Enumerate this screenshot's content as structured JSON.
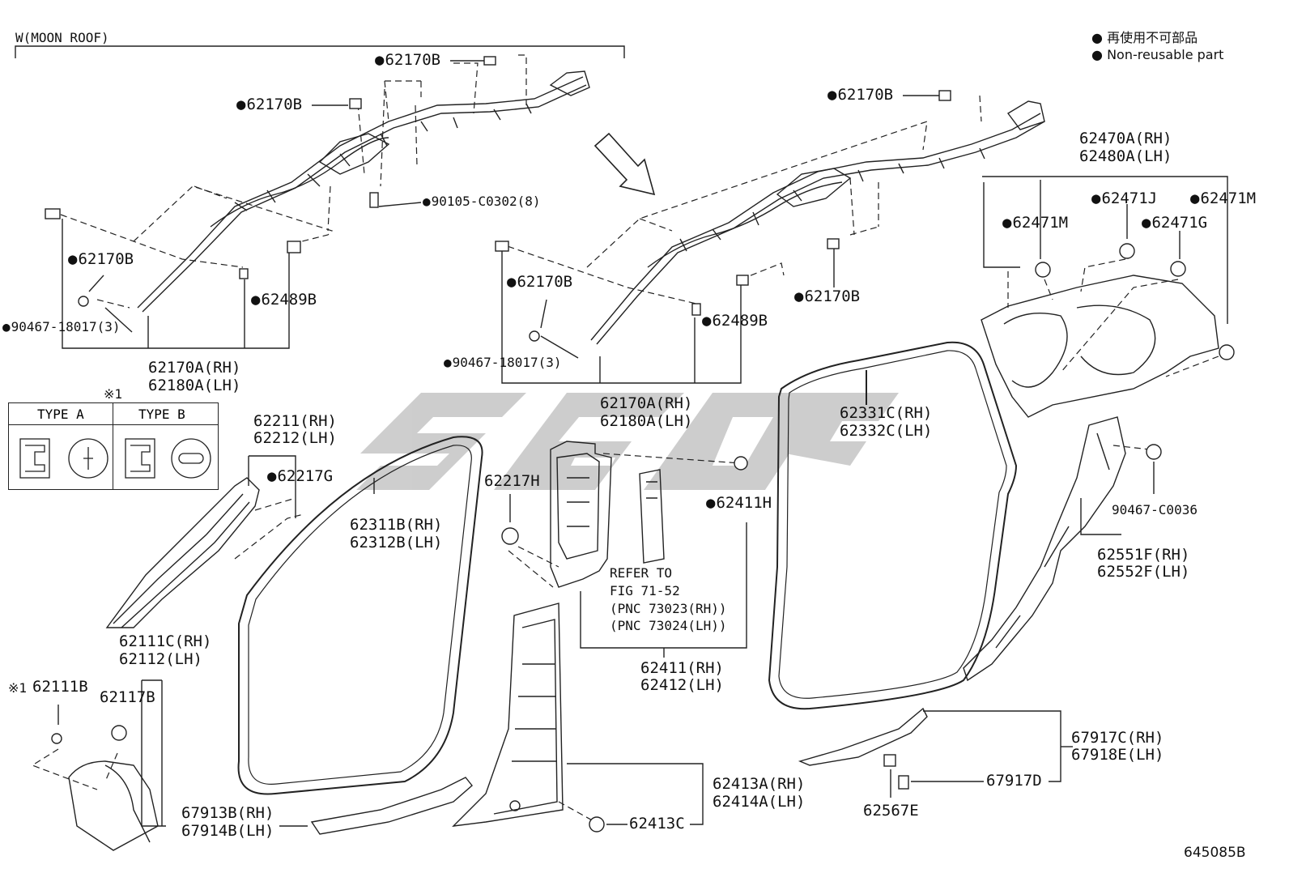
{
  "header": {
    "moon_roof_label": "W(MOON ROOF)"
  },
  "legend": {
    "symbol": "●",
    "jp": "再使用不可部品",
    "en": "Non-reusable part"
  },
  "fastener_types": {
    "note_mark": "※1",
    "type_a": "TYPE A",
    "type_b": "TYPE B"
  },
  "parts": {
    "p62170B_a": "62170B",
    "p62170B_b": "62170B",
    "p62170B_c": "62170B",
    "p62170B_d": "62170B",
    "p62170B_e": "62170B",
    "p62170B_f": "62170B",
    "p90105": "90105-C0302(8)",
    "p90467_a": "90467-18017(3)",
    "p90467_b": "90467-18017(3)",
    "p62489B_a": "62489B",
    "p62489B_b": "62489B",
    "p62170A_a": "62170A(RH)",
    "p62180A_a": "62180A(LH)",
    "p62170A_b": "62170A(RH)",
    "p62180A_b": "62180A(LH)",
    "p62470A": "62470A(RH)",
    "p62480A": "62480A(LH)",
    "p62471M_a": "62471M",
    "p62471J": "62471J",
    "p62471M_b": "62471M",
    "p62471G": "62471G",
    "p62211": "62211(RH)",
    "p62212": "62212(LH)",
    "p62217G": "62217G",
    "p62311B": "62311B(RH)",
    "p62312B": "62312B(LH)",
    "p62217H": "62217H",
    "p62411H": "62411H",
    "p62331C": "62331C(RH)",
    "p62332C": "62332C(LH)",
    "p90467_c": "90467-C0036",
    "p62551F": "62551F(RH)",
    "p62552F": "62552F(LH)",
    "refer1": "REFER TO",
    "refer2": "FIG 71-52",
    "refer3": "(PNC 73023(RH))",
    "refer4": "(PNC 73024(LH))",
    "p62411": "62411(RH)",
    "p62412": "62412(LH)",
    "p62111C": "62111C(RH)",
    "p62112": "62112(LH)",
    "p62111B_mark": "※1",
    "p62111B": "62111B",
    "p62117B": "62117B",
    "p67913B": "67913B(RH)",
    "p67914B": "67914B(LH)",
    "p62413A": "62413A(RH)",
    "p62414A": "62414A(LH)",
    "p62413C": "62413C",
    "p62567E": "62567E",
    "p67917C": "67917C(RH)",
    "p67918E": "67918E(LH)",
    "p67917D": "67917D"
  },
  "figure_id": "645085B"
}
